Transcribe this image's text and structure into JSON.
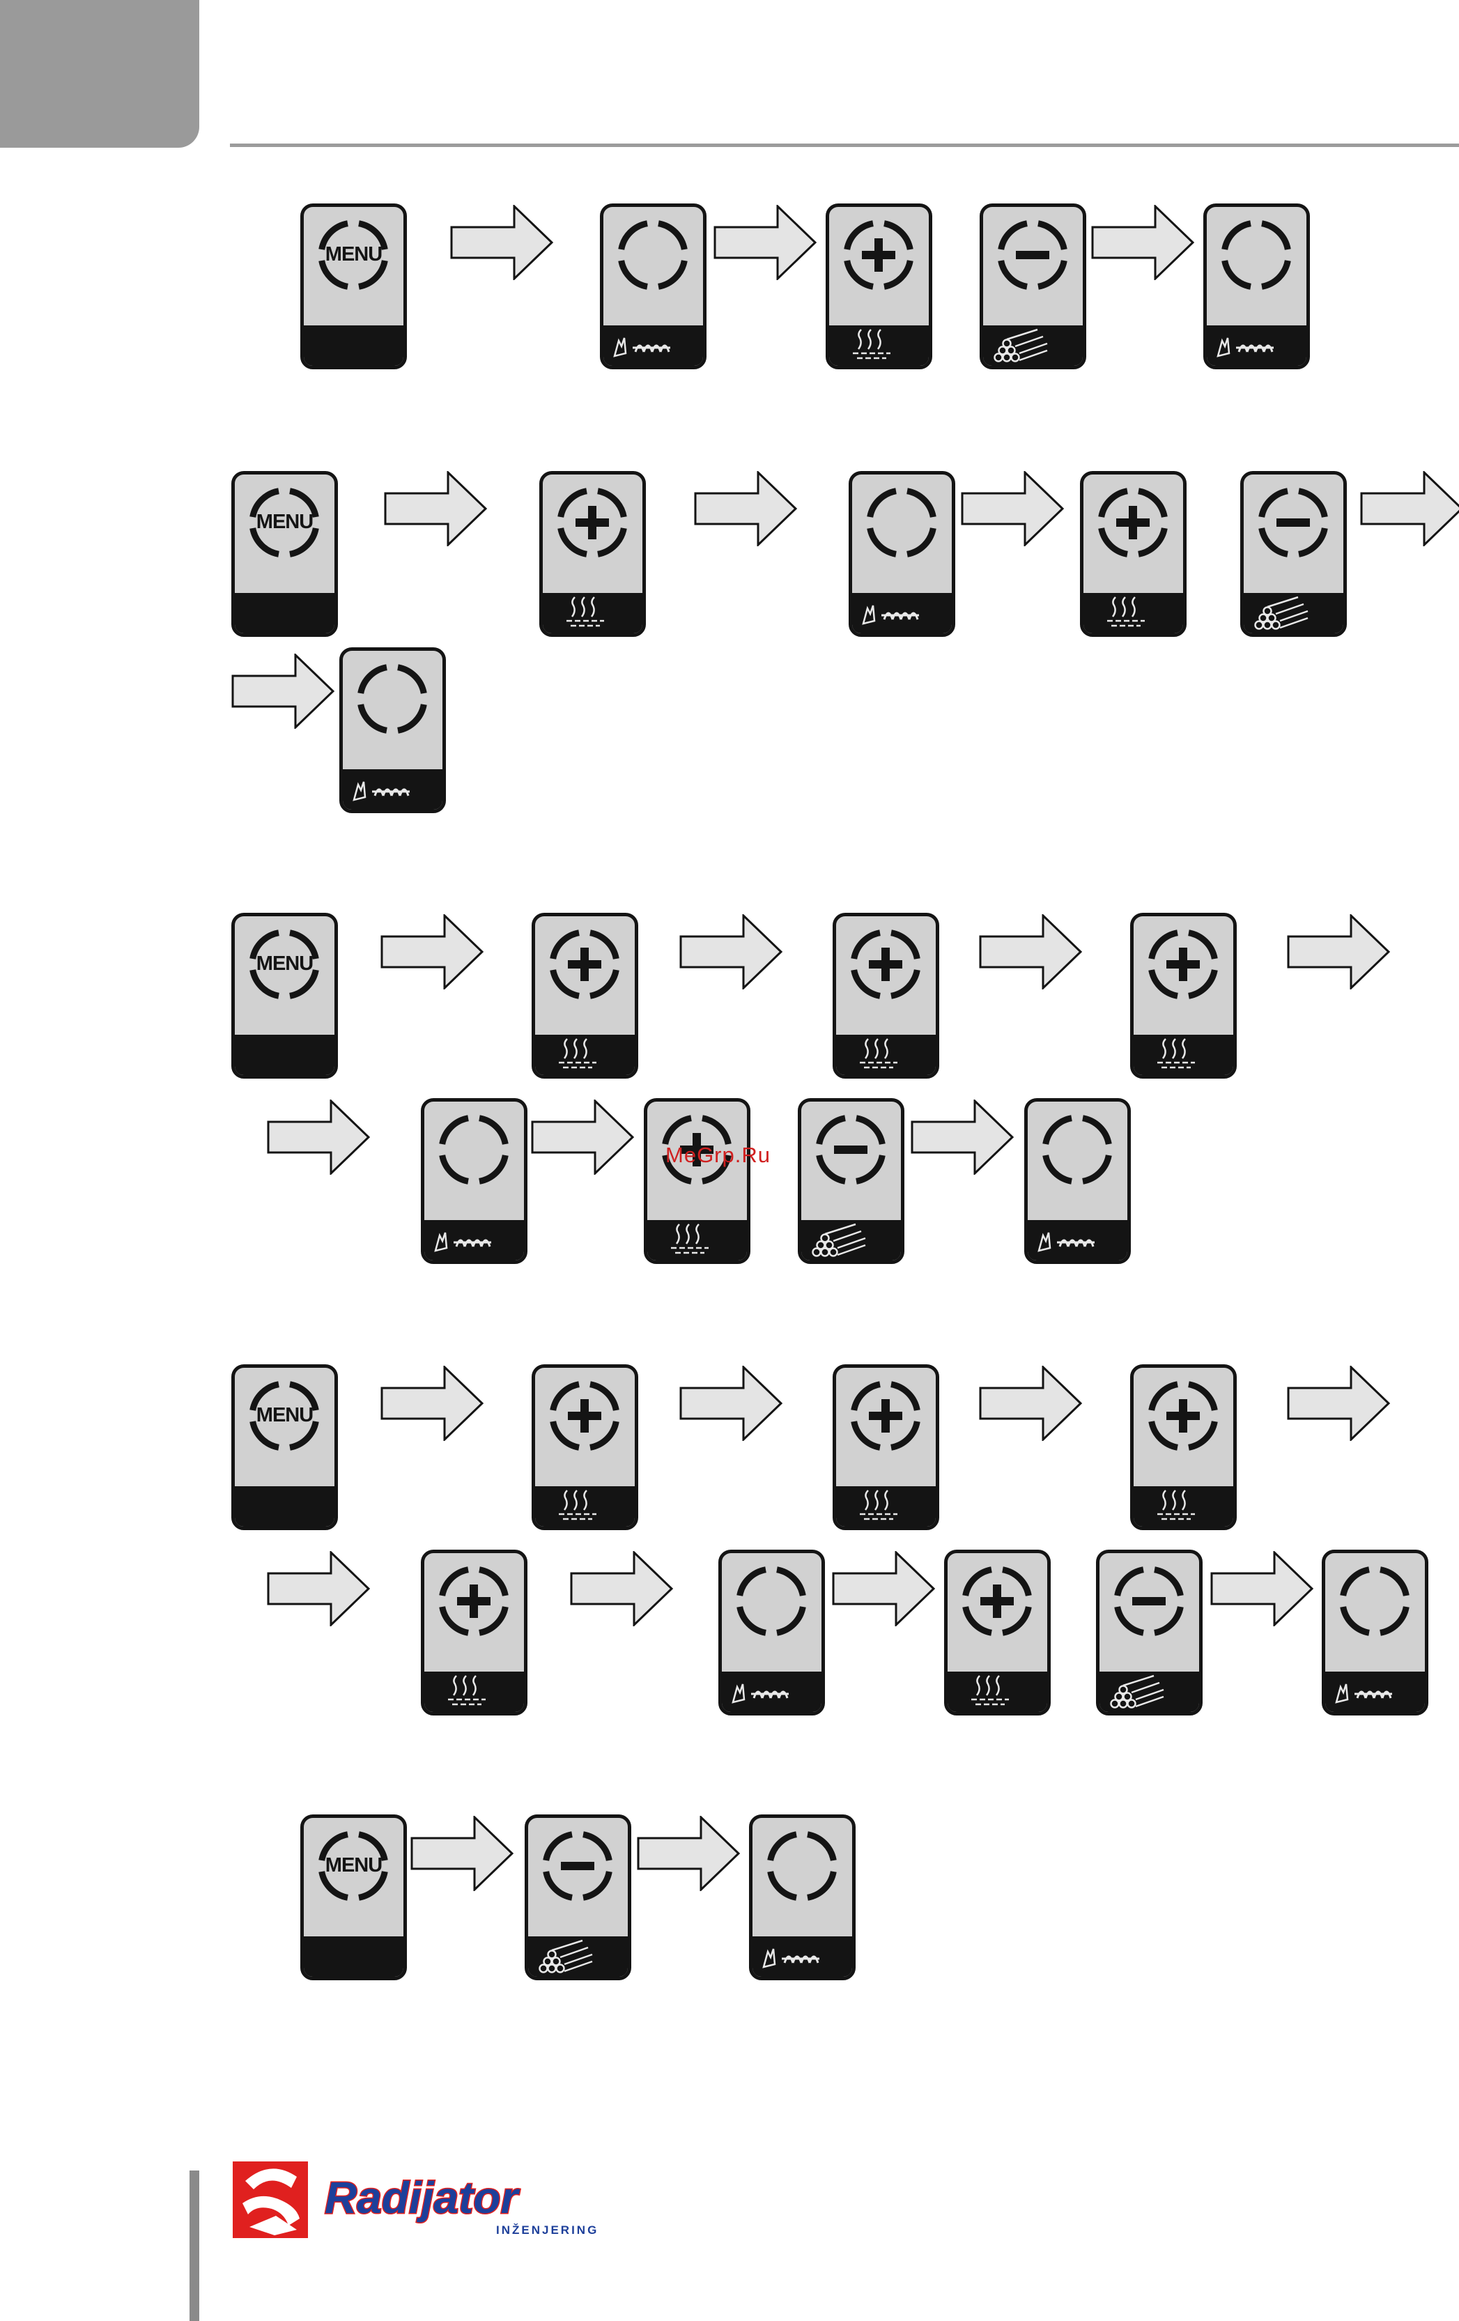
{
  "page": {
    "watermark_text": "MeGrp.Ru",
    "menu_label": "MENU",
    "logo": {
      "brand": "Radijator",
      "sub": "INŽENJERING"
    }
  },
  "colors": {
    "button_face": "#d1d1d1",
    "button_border": "#141414",
    "arrow_fill": "#e4e4e4",
    "tab_gray": "#9a9a9a",
    "brand_red": "#e0201f",
    "brand_blue": "#1d3f9a"
  },
  "icon_legend": {
    "menu": "menu-icon",
    "ok": "ring-icon + hand-auger-icon",
    "plus": "plus-icon + heat-waves-icon",
    "minus": "minus-icon + logs-icon"
  },
  "sequences": [
    [
      {
        "type": "button",
        "kind": "menu"
      },
      {
        "type": "arrow"
      },
      {
        "type": "button",
        "kind": "ok"
      },
      {
        "type": "arrow"
      },
      {
        "type": "button",
        "kind": "plus"
      },
      {
        "type": "button",
        "kind": "minus"
      },
      {
        "type": "arrow"
      },
      {
        "type": "button",
        "kind": "ok"
      }
    ],
    [
      {
        "type": "button",
        "kind": "menu"
      },
      {
        "type": "arrow"
      },
      {
        "type": "button",
        "kind": "plus"
      },
      {
        "type": "arrow"
      },
      {
        "type": "button",
        "kind": "ok"
      },
      {
        "type": "arrow"
      },
      {
        "type": "button",
        "kind": "plus"
      },
      {
        "type": "button",
        "kind": "minus"
      },
      {
        "type": "arrow"
      },
      {
        "type": "arrow"
      },
      {
        "type": "button",
        "kind": "ok"
      }
    ],
    [
      {
        "type": "button",
        "kind": "menu"
      },
      {
        "type": "arrow"
      },
      {
        "type": "button",
        "kind": "plus"
      },
      {
        "type": "arrow"
      },
      {
        "type": "button",
        "kind": "plus"
      },
      {
        "type": "arrow"
      },
      {
        "type": "button",
        "kind": "plus"
      },
      {
        "type": "arrow"
      },
      {
        "type": "arrow"
      },
      {
        "type": "button",
        "kind": "ok"
      },
      {
        "type": "arrow"
      },
      {
        "type": "button",
        "kind": "plus"
      },
      {
        "type": "button",
        "kind": "minus"
      },
      {
        "type": "arrow"
      },
      {
        "type": "button",
        "kind": "ok"
      }
    ],
    [
      {
        "type": "button",
        "kind": "menu"
      },
      {
        "type": "arrow"
      },
      {
        "type": "button",
        "kind": "plus"
      },
      {
        "type": "arrow"
      },
      {
        "type": "button",
        "kind": "plus"
      },
      {
        "type": "arrow"
      },
      {
        "type": "button",
        "kind": "plus"
      },
      {
        "type": "arrow"
      },
      {
        "type": "arrow"
      },
      {
        "type": "button",
        "kind": "plus"
      },
      {
        "type": "arrow"
      },
      {
        "type": "button",
        "kind": "ok"
      },
      {
        "type": "arrow"
      },
      {
        "type": "button",
        "kind": "plus"
      },
      {
        "type": "button",
        "kind": "minus"
      },
      {
        "type": "arrow"
      },
      {
        "type": "button",
        "kind": "ok"
      }
    ],
    [
      {
        "type": "button",
        "kind": "menu"
      },
      {
        "type": "arrow"
      },
      {
        "type": "button",
        "kind": "minus"
      },
      {
        "type": "arrow"
      },
      {
        "type": "button",
        "kind": "ok"
      }
    ]
  ]
}
